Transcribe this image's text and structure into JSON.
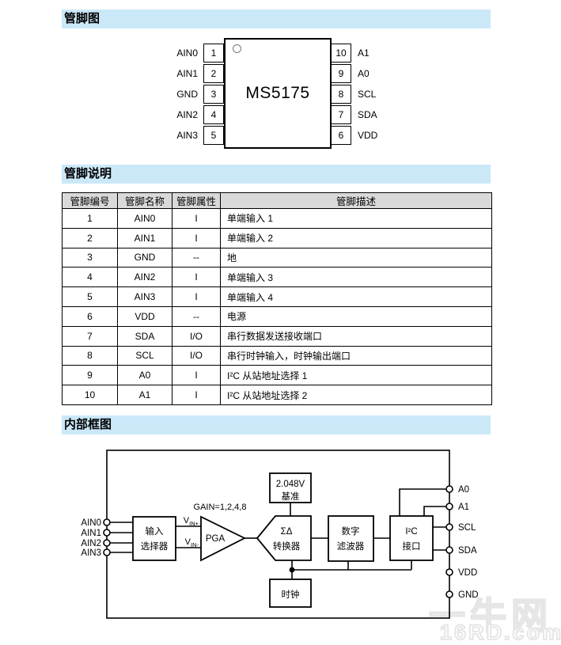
{
  "page": {
    "section_titles": {
      "pin_diagram": "管脚图",
      "pin_description": "管脚说明",
      "block_diagram": "内部框图"
    }
  },
  "pin_diagram": {
    "chip_label": "MS5175",
    "left_pins": [
      {
        "num": "1",
        "name": "AIN0"
      },
      {
        "num": "2",
        "name": "AIN1"
      },
      {
        "num": "3",
        "name": "GND"
      },
      {
        "num": "4",
        "name": "AIN2"
      },
      {
        "num": "5",
        "name": "AIN3"
      }
    ],
    "right_pins": [
      {
        "num": "10",
        "name": "A1"
      },
      {
        "num": "9",
        "name": "A0"
      },
      {
        "num": "8",
        "name": "SCL"
      },
      {
        "num": "7",
        "name": "SDA"
      },
      {
        "num": "6",
        "name": "VDD"
      }
    ]
  },
  "pin_table": {
    "headers": [
      "管脚编号",
      "管脚名称",
      "管脚属性",
      "管脚描述"
    ],
    "rows": [
      [
        "1",
        "AIN0",
        "I",
        "单端输入 1"
      ],
      [
        "2",
        "AIN1",
        "I",
        "单端输入 2"
      ],
      [
        "3",
        "GND",
        "--",
        "地"
      ],
      [
        "4",
        "AIN2",
        "I",
        "单端输入 3"
      ],
      [
        "5",
        "AIN3",
        "I",
        "单端输入 4"
      ],
      [
        "6",
        "VDD",
        "--",
        "电源"
      ],
      [
        "7",
        "SDA",
        "I/O",
        "串行数据发送接收端口"
      ],
      [
        "8",
        "SCL",
        "I/O",
        "串行时钟输入，时钟输出端口"
      ],
      [
        "9",
        "A0",
        "I",
        "I²C 从站地址选择 1"
      ],
      [
        "10",
        "A1",
        "I",
        "I²C 从站地址选择 2"
      ]
    ]
  },
  "block_diagram": {
    "left_pins": [
      "AIN0",
      "AIN1",
      "AIN2",
      "AIN3"
    ],
    "right_pins": [
      "A0",
      "A1",
      "SCL",
      "SDA",
      "VDD",
      "GND"
    ],
    "gain_label": "GAIN=1,2,4,8",
    "vin_plus": {
      "base": "V",
      "sub": "IN+"
    },
    "vin_minus": {
      "base": "V",
      "sub": "IN-"
    },
    "blocks": {
      "input_selector": [
        "输入",
        "选择器"
      ],
      "pga": "PGA",
      "vref": [
        "2.048V",
        "基准"
      ],
      "sigma_delta": [
        "ΣΔ",
        "转换器"
      ],
      "digital_filter": [
        "数字",
        "滤波器"
      ],
      "i2c": [
        "I²C",
        "接口"
      ],
      "clock": "时钟"
    }
  },
  "watermark": {
    "line1": "一牛网",
    "line2": "16RD.com"
  },
  "colors": {
    "section_bar_bg": "#cbe8f8",
    "table_header_bg": "#d9d9d9",
    "diagram_line": "#000000",
    "watermark": "#e6e6e6"
  }
}
